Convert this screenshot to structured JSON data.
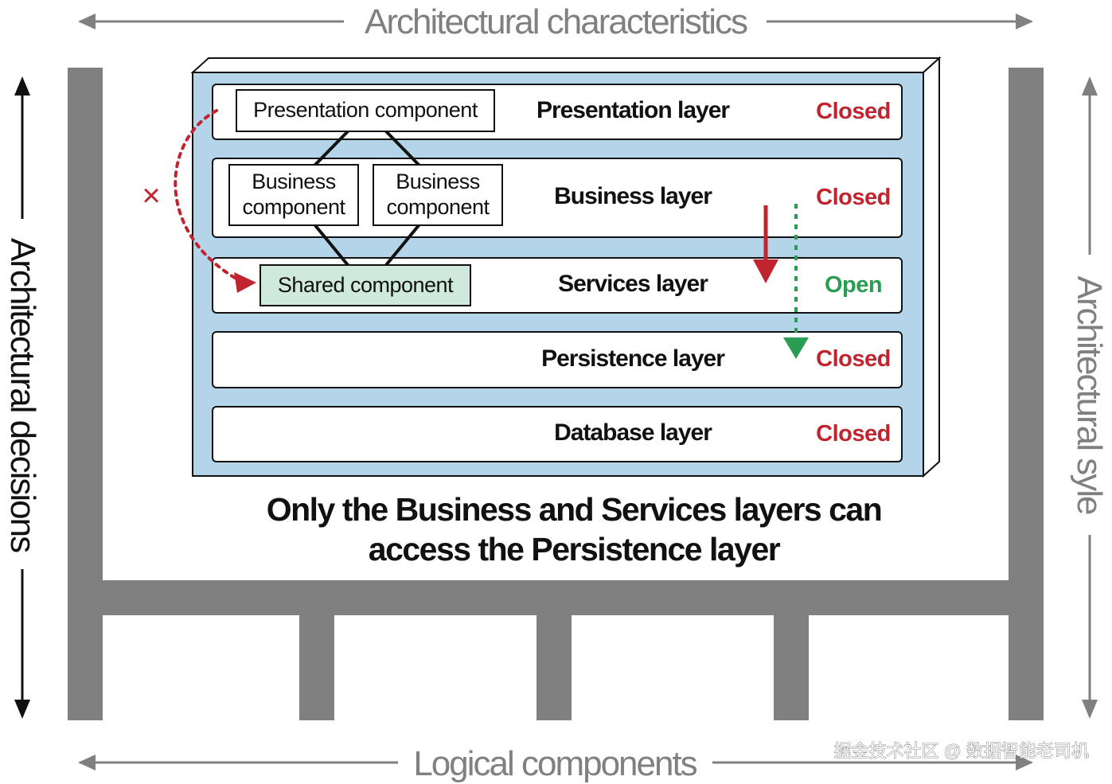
{
  "axes": {
    "top": "Architectural characteristics",
    "bottom": "Logical components",
    "left": "Architectural decisions",
    "right": "Architectural syle"
  },
  "colors": {
    "closed": "#c0242f",
    "open": "#2a9d55",
    "frame_fill": "#b4d4ea",
    "shared_fill": "#cfe9dc",
    "structure": "#808080"
  },
  "layers": [
    {
      "name": "Presentation layer",
      "status": "Closed"
    },
    {
      "name": "Business layer",
      "status": "Closed"
    },
    {
      "name": "Services layer",
      "status": "Open"
    },
    {
      "name": "Persistence layer",
      "status": "Closed"
    },
    {
      "name": "Database layer",
      "status": "Closed"
    }
  ],
  "components": {
    "presentation": "Presentation component",
    "business_1": [
      "Business",
      "component"
    ],
    "business_2": [
      "Business",
      "component"
    ],
    "shared": "Shared component"
  },
  "blocked_mark": "×",
  "caption": [
    "Only the Business and Services layers can",
    "access the Persistence layer"
  ],
  "watermark": "掘金技术社区 @ 数据智能老司机"
}
